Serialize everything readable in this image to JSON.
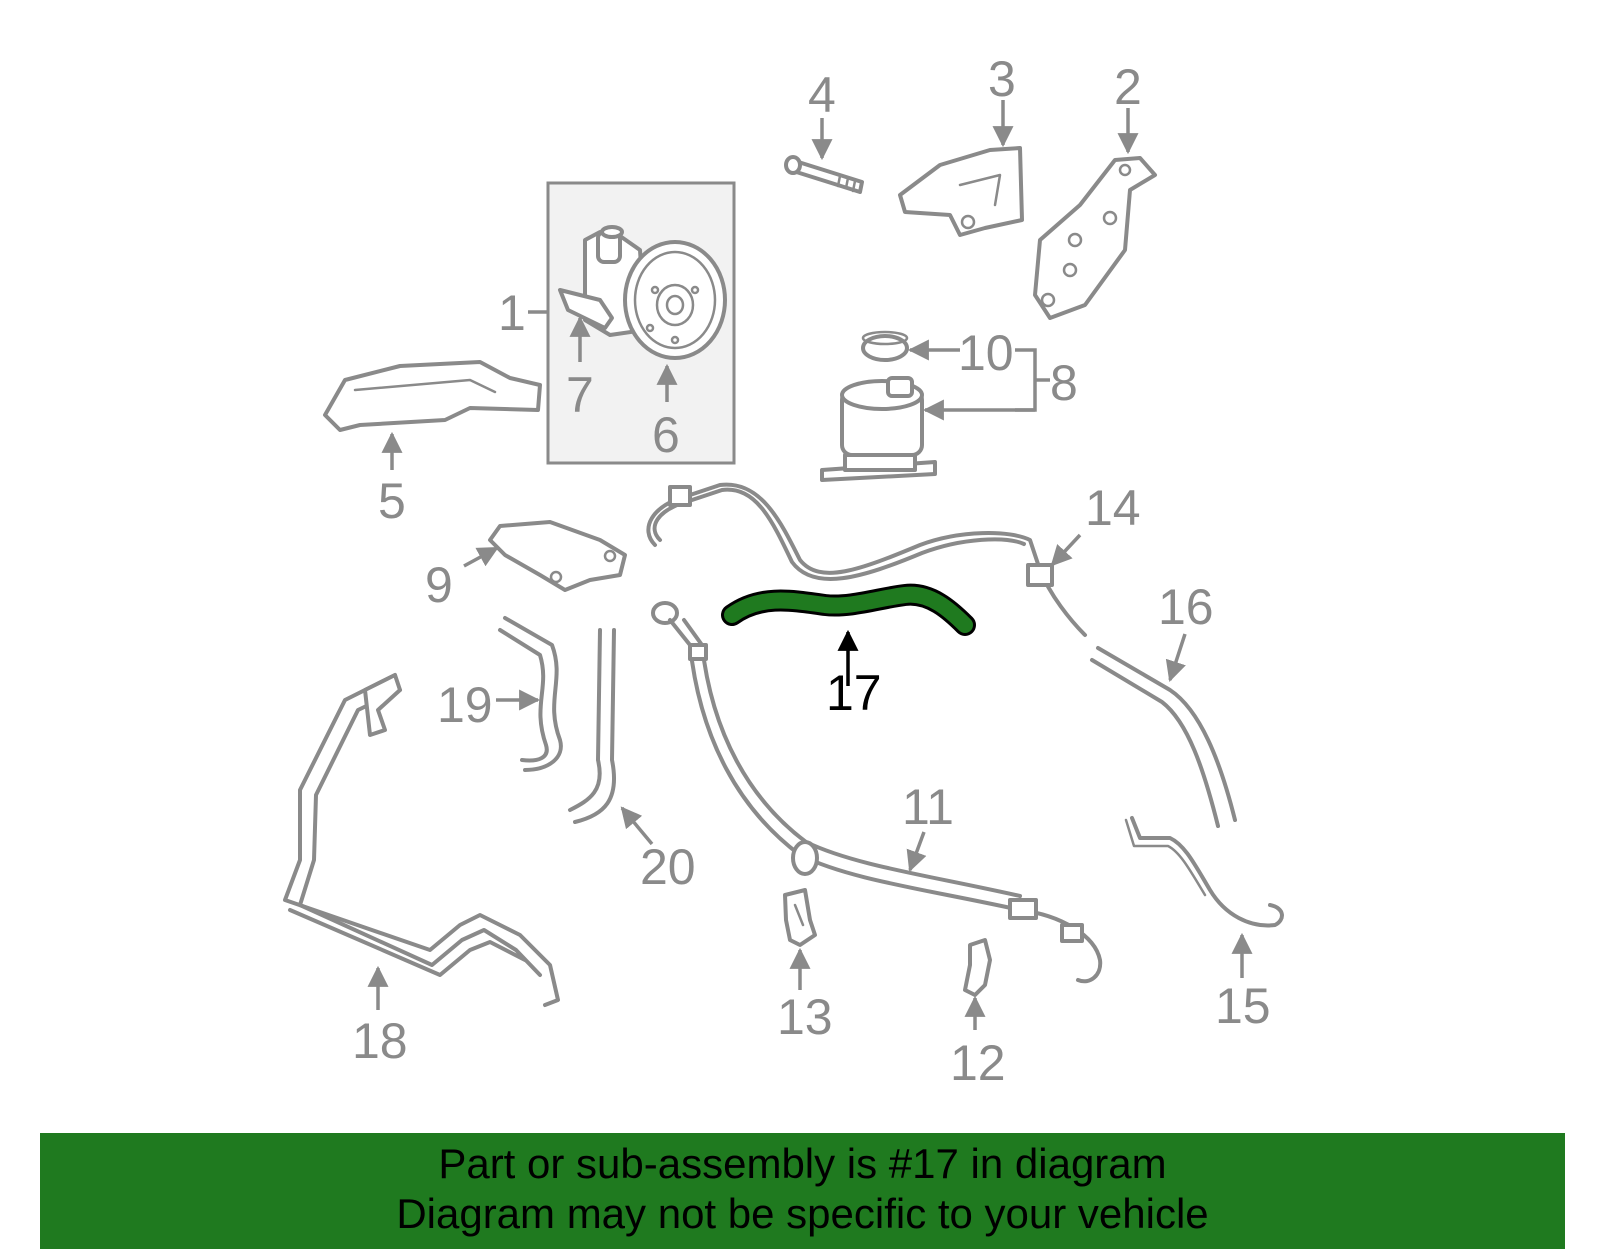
{
  "diagram": {
    "highlighted_part": "17",
    "highlight_color": "#1f7a1f",
    "part_color": "#8a8a8a",
    "callouts": [
      "1",
      "2",
      "3",
      "4",
      "5",
      "6",
      "7",
      "8",
      "9",
      "10",
      "11",
      "12",
      "13",
      "14",
      "15",
      "16",
      "17",
      "18",
      "19",
      "20"
    ]
  },
  "banner": {
    "background": "#1f7a1f",
    "line1": "Part or sub-assembly is #17 in diagram",
    "line2": "Diagram may not be specific to your vehicle"
  }
}
